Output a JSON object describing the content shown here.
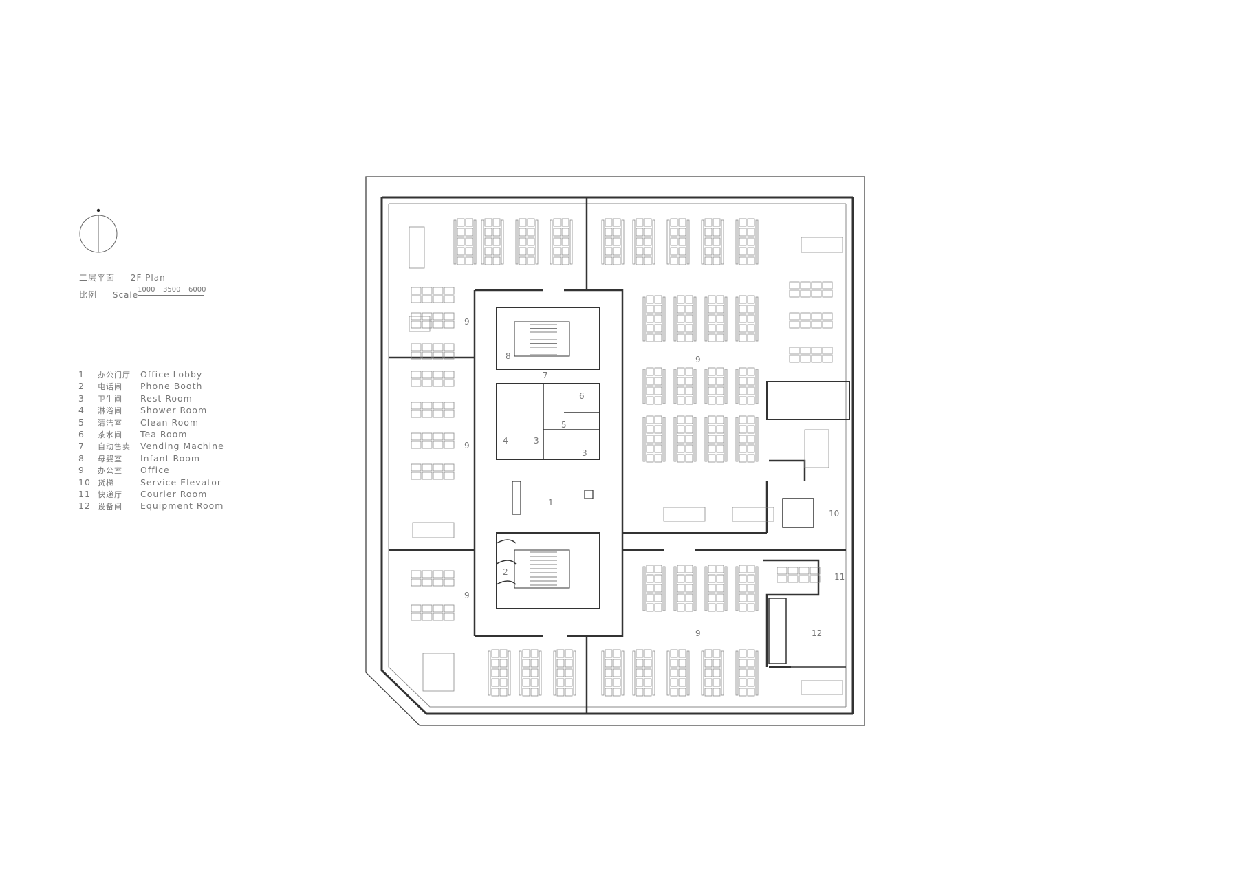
{
  "north_arrow": {
    "icon": "north-arrow-icon"
  },
  "plan_title": {
    "cn": "二层平面",
    "en": "2F Plan"
  },
  "scale": {
    "cn": "比例",
    "en": "Scale",
    "ticks": [
      "1000",
      "3500",
      "6000"
    ]
  },
  "legend": [
    {
      "num": "1",
      "cn": "办公门厅",
      "en": "Office Lobby"
    },
    {
      "num": "2",
      "cn": "电话间",
      "en": "Phone Booth"
    },
    {
      "num": "3",
      "cn": "卫生间",
      "en": "Rest Room"
    },
    {
      "num": "4",
      "cn": "淋浴间",
      "en": "Shower Room"
    },
    {
      "num": "5",
      "cn": "清洁室",
      "en": "Clean Room"
    },
    {
      "num": "6",
      "cn": "茶水间",
      "en": "Tea Room"
    },
    {
      "num": "7",
      "cn": "自动售卖",
      "en": "Vending Machine"
    },
    {
      "num": "8",
      "cn": "母婴室",
      "en": "Infant Room"
    },
    {
      "num": "9",
      "cn": "办公室",
      "en": "Office"
    },
    {
      "num": "10",
      "cn": "货梯",
      "en": "Service Elevator"
    },
    {
      "num": "11",
      "cn": "快递厅",
      "en": "Courier Room"
    },
    {
      "num": "12",
      "cn": "设备间",
      "en": "Equipment Room"
    }
  ],
  "room_labels": [
    "1",
    "2",
    "3",
    "3",
    "4",
    "5",
    "6",
    "7",
    "8",
    "9",
    "9",
    "9",
    "9",
    "9",
    "10",
    "11",
    "12"
  ],
  "colors": {
    "line": "#444444",
    "text": "#777777",
    "furniture": "#8a8a8a"
  }
}
